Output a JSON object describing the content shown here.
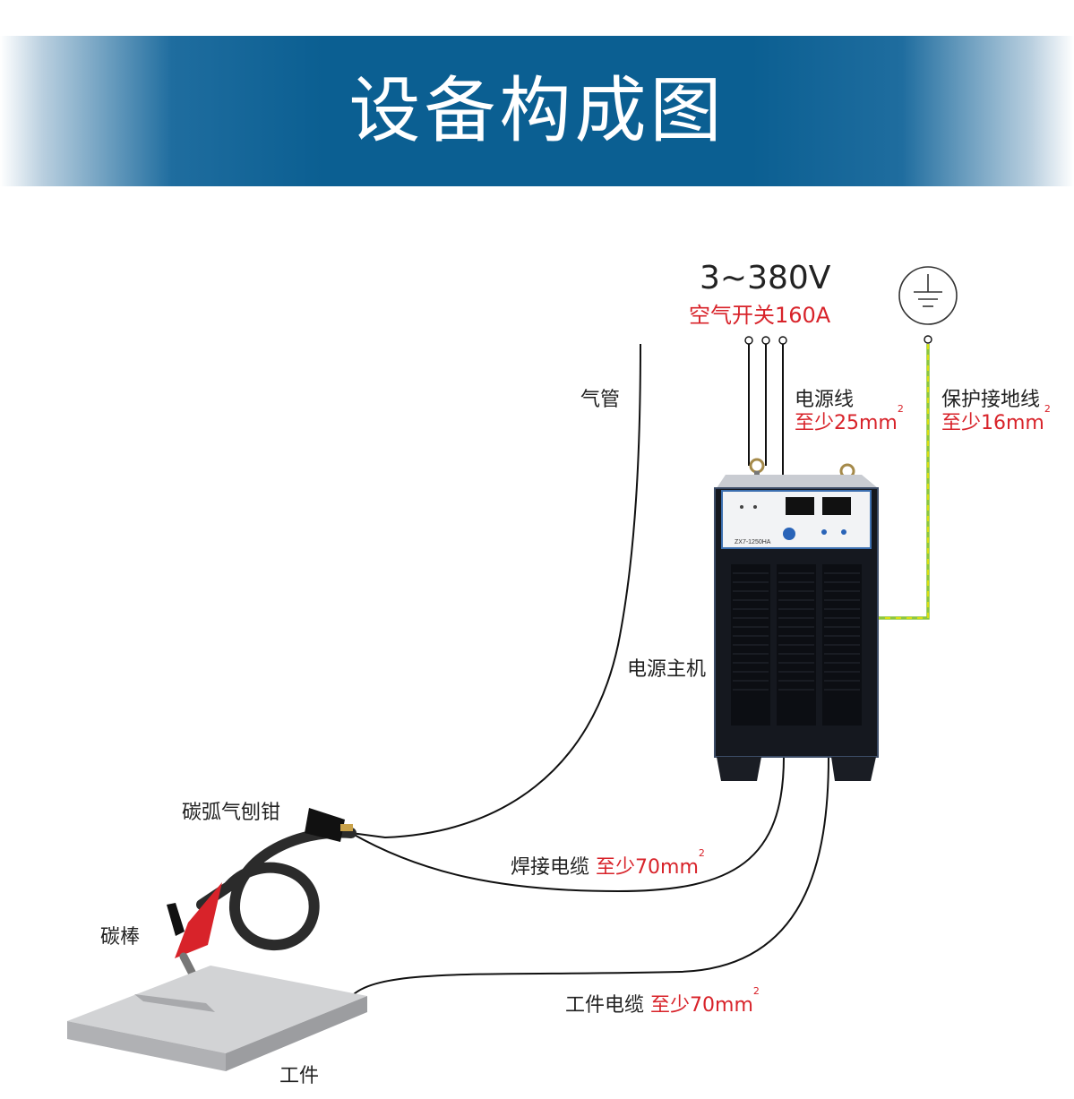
{
  "title": "设备构成图",
  "power_input": {
    "voltage": "3~380V",
    "breaker": "空气开关160A"
  },
  "power_cable": {
    "name": "电源线",
    "spec": "至少25mm",
    "exp": "2"
  },
  "ground_cable": {
    "name": "保护接地线",
    "spec": "至少16mm",
    "exp": "2"
  },
  "air_hose": "气管",
  "machine": {
    "label": "电源主机",
    "model": "ZX7-1250HA"
  },
  "torch": "碳弧气刨钳",
  "welding_cable": {
    "name": "焊接电缆",
    "spec": "至少70mm",
    "exp": "2"
  },
  "carbon_rod": "碳棒",
  "work_cable": {
    "name": "工件电缆",
    "spec": "至少70mm",
    "exp": "2"
  },
  "workpiece": "工件",
  "colors": {
    "banner": "#0b5f92",
    "spec_text": "#d8232a",
    "ground_wire": "#8cc63f",
    "ground_wire_stripe": "#f2e600",
    "machine_body": "#15181f",
    "torch_handle": "#d8232a"
  }
}
